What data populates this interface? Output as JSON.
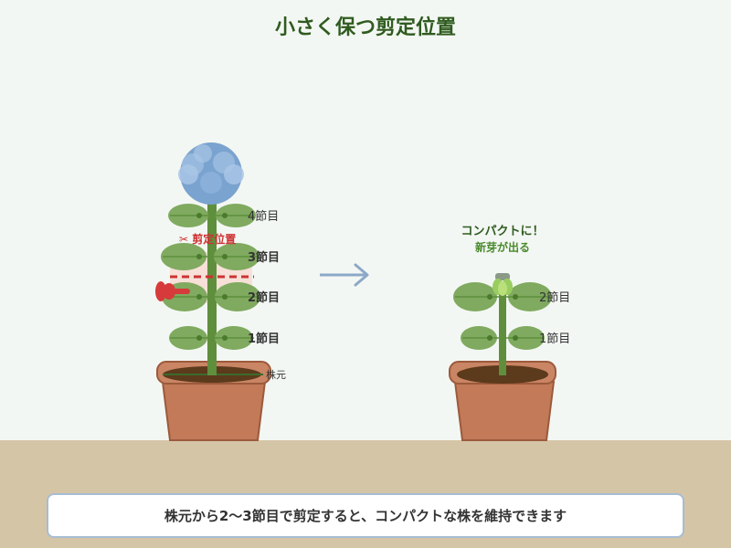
{
  "title": "小さく保つ剪定位置",
  "before": {
    "node_labels": [
      "4節目",
      "3節目",
      "2節目",
      "1節目"
    ],
    "base_label": "株元",
    "cut_label": "✂ 剪定位置"
  },
  "after": {
    "node_labels": [
      "2節目",
      "1節目"
    ],
    "result_label": "コンパクトに！",
    "bud_label": "新芽が出る"
  },
  "caption": "株元から2〜3節目で剪定すると、コンパクトな株を維持できます",
  "colors": {
    "background": "#f3f7f3",
    "ground": "#d5c5a7",
    "title": "#2f5b1f",
    "stem": "#5f8f3d",
    "leaf": "#7faa5f",
    "flower": "#7aa3cf",
    "pot": "#c27a58",
    "soil": "#5c3a1c",
    "cut_line": "#cc3333",
    "arrow": "#8ca8c8",
    "new_bud": "#9acd60"
  },
  "icons": [
    "scissors-icon",
    "pointer-hand-icon",
    "arrow-right-icon"
  ]
}
